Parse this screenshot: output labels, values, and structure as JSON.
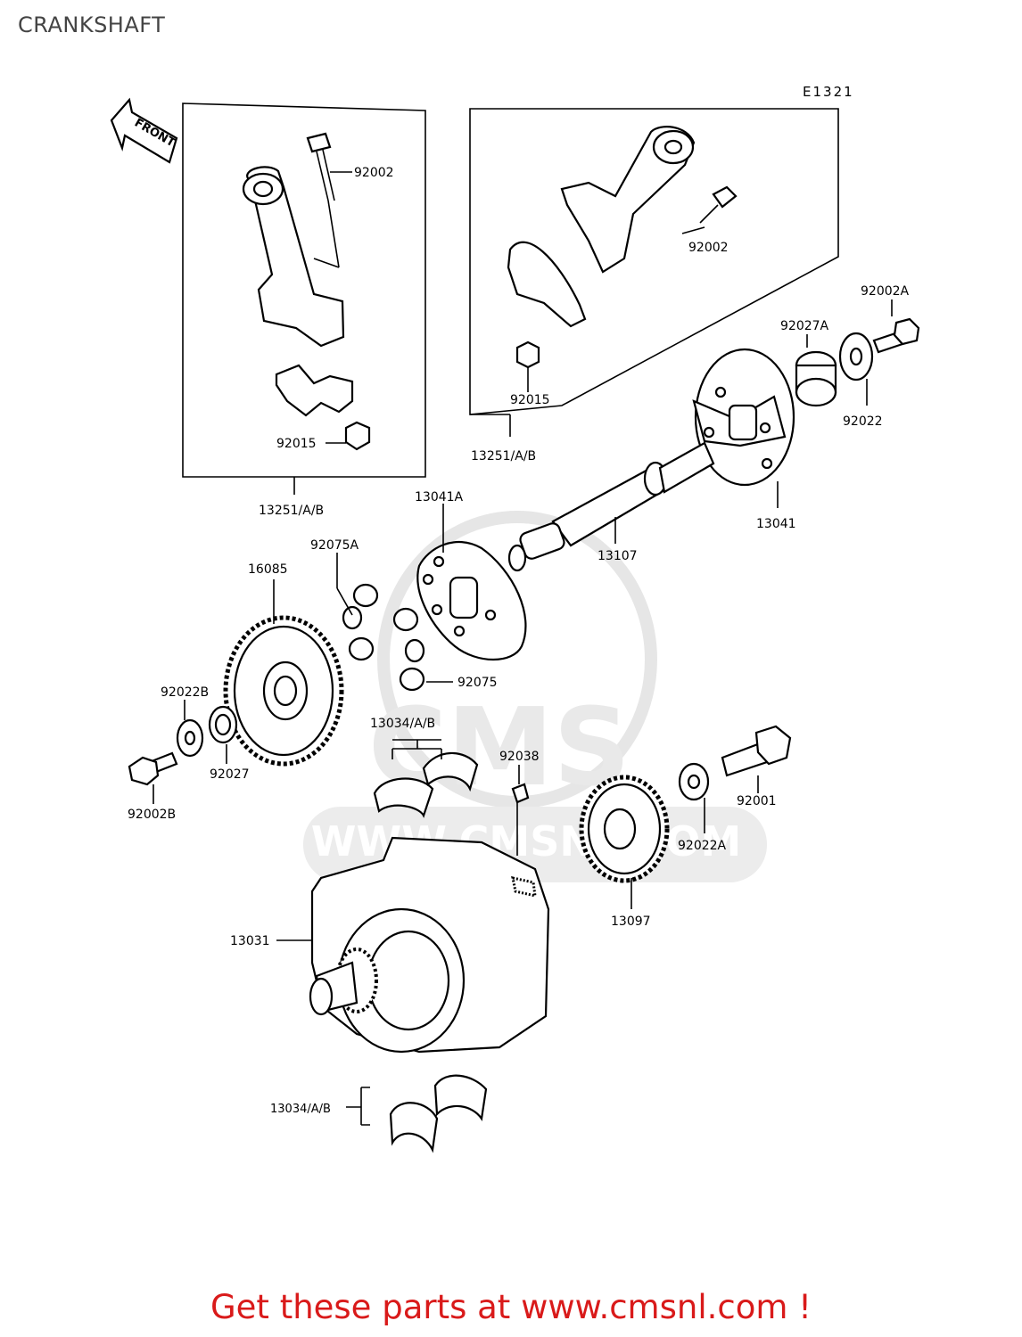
{
  "page": {
    "title": "CRANKSHAFT",
    "promo": "Get these parts at www.cmsnl.com !"
  },
  "diagram": {
    "ref": "E1321",
    "front_arrow": "FRONT",
    "watermark": [
      "CMS",
      "WWW.CMSNL.COM"
    ],
    "labels": [
      "92002",
      "92015",
      "13251/A/B",
      "92002",
      "92015",
      "13251/A/B",
      "92002A",
      "92027A",
      "92022",
      "13041",
      "13041A",
      "13107",
      "92075A",
      "16085",
      "92075",
      "92022B",
      "92027",
      "92002B",
      "13034/A/B",
      "92038",
      "92001",
      "92022A",
      "13097",
      "13031",
      "13034/A/B"
    ]
  }
}
